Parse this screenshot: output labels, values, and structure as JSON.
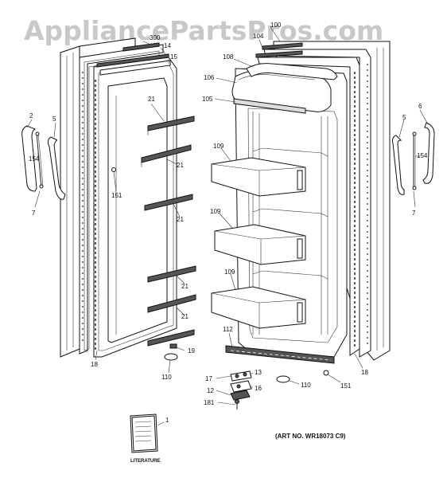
{
  "watermark": "AppliancePartsPros.com",
  "art_number": "(ART NO. WR18073 C9)",
  "literature_label": "LITERATURE",
  "callouts": {
    "c300": "300",
    "c14": "14",
    "c15": "15",
    "c2": "2",
    "c5L": "5",
    "c154L": "154",
    "c7L": "7",
    "c21a": "21",
    "c21b": "21",
    "c21c": "21",
    "c21d": "21",
    "c21e": "21",
    "c151L": "151",
    "c18L": "18",
    "c19": "19",
    "c110L": "110",
    "c100": "100",
    "c104": "104",
    "c108": "108",
    "c106": "106",
    "c105": "105",
    "c109a": "109",
    "c109b": "109",
    "c109c": "109",
    "c112": "112",
    "c13": "13",
    "c17": "17",
    "c16": "16",
    "c12": "12",
    "c181": "181",
    "c110R": "110",
    "c151R": "151",
    "c18R": "18",
    "c6": "6",
    "c5R": "5",
    "c154R": "154",
    "c7R": "7",
    "c1": "1"
  }
}
